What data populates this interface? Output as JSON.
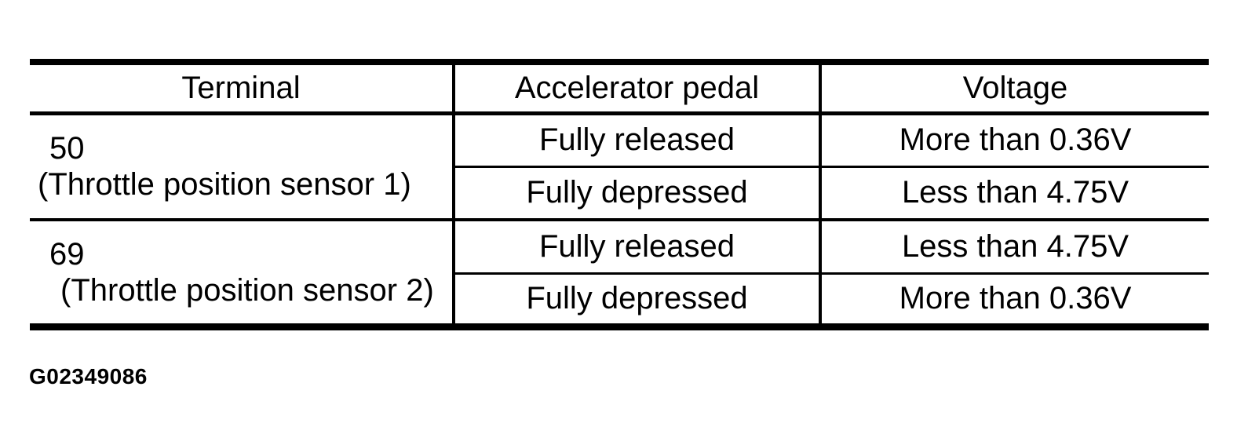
{
  "colors": {
    "background": "#ffffff",
    "rule": "#000000",
    "text": "#000000"
  },
  "table": {
    "columns": [
      "Terminal",
      "Accelerator pedal",
      "Voltage"
    ],
    "groups": [
      {
        "terminal": "50",
        "note": "(Throttle position sensor 1)",
        "rows": [
          {
            "pedal": "Fully released",
            "voltage": "More than 0.36V"
          },
          {
            "pedal": "Fully depressed",
            "voltage": "Less than 4.75V"
          }
        ]
      },
      {
        "terminal": "69",
        "note": "(Throttle position sensor 2)",
        "rows": [
          {
            "pedal": "Fully released",
            "voltage": "Less than 4.75V"
          },
          {
            "pedal": "Fully depressed",
            "voltage": "More than 0.36V"
          }
        ]
      }
    ]
  },
  "figure": {
    "caption": "G02349086"
  }
}
